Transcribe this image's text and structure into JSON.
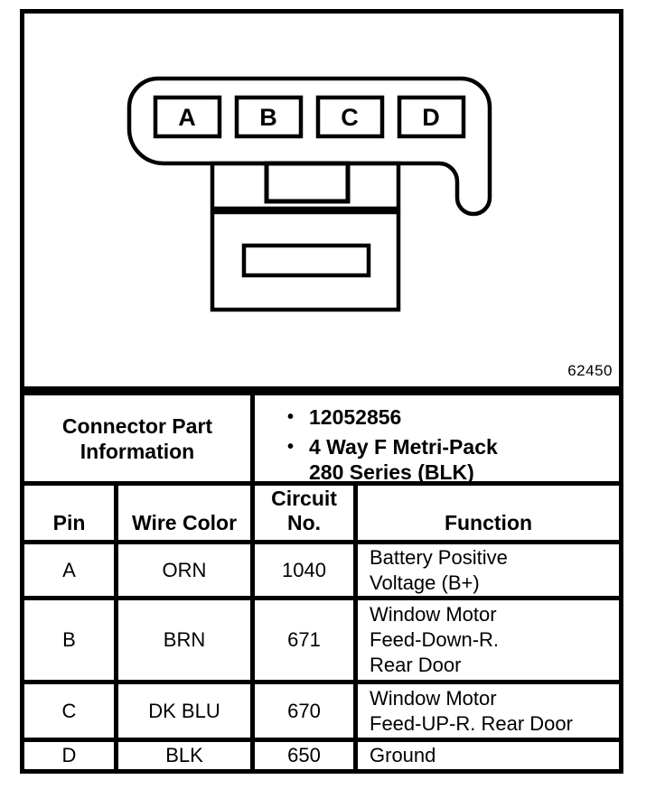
{
  "figure": {
    "pins": [
      "A",
      "B",
      "C",
      "D"
    ],
    "figure_number": "62450"
  },
  "part_info": {
    "label": "Connector Part\nInformation",
    "bullet_char": "•",
    "bullets": [
      "12052856",
      "4 Way F Metri-Pack\n280 Series (BLK)"
    ]
  },
  "pin_table": {
    "headers": {
      "pin": "Pin",
      "wire_color": "Wire Color",
      "circuit_no": "Circuit\nNo.",
      "function": "Function"
    },
    "rows": [
      {
        "pin": "A",
        "wire_color": "ORN",
        "circuit_no": "1040",
        "function": "Battery Positive\nVoltage (B+)"
      },
      {
        "pin": "B",
        "wire_color": "BRN",
        "circuit_no": "671",
        "function": "Window Motor\nFeed-Down-R.\nRear Door"
      },
      {
        "pin": "C",
        "wire_color": "DK BLU",
        "circuit_no": "670",
        "function": "Window Motor\nFeed-UP-R. Rear Door"
      },
      {
        "pin": "D",
        "wire_color": "BLK",
        "circuit_no": "650",
        "function": "Ground"
      }
    ]
  },
  "colors": {
    "ink": "#000000",
    "paper": "#ffffff"
  }
}
